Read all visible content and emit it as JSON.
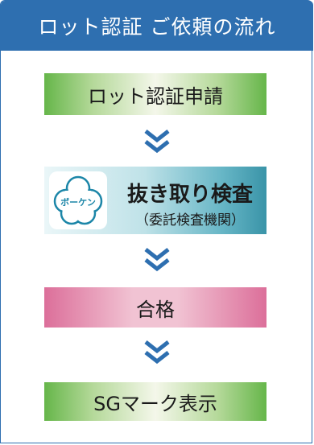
{
  "header": {
    "title": "ロット認証 ご依頼の流れ"
  },
  "steps": {
    "apply": "ロット認証申請",
    "inspection": {
      "title": "抜き取り検査",
      "subtitle": "（委託検査機関）"
    },
    "pass": "合格",
    "mark": "SGマーク表示"
  },
  "logo": {
    "text": "ボーケン",
    "icon": "clover-logo-icon"
  },
  "colors": {
    "header": "#2e6fb0",
    "arrow": "#2e6fb0",
    "green": "#66b64a",
    "pink": "#dc6f9a",
    "teal": "#3a94a8"
  }
}
